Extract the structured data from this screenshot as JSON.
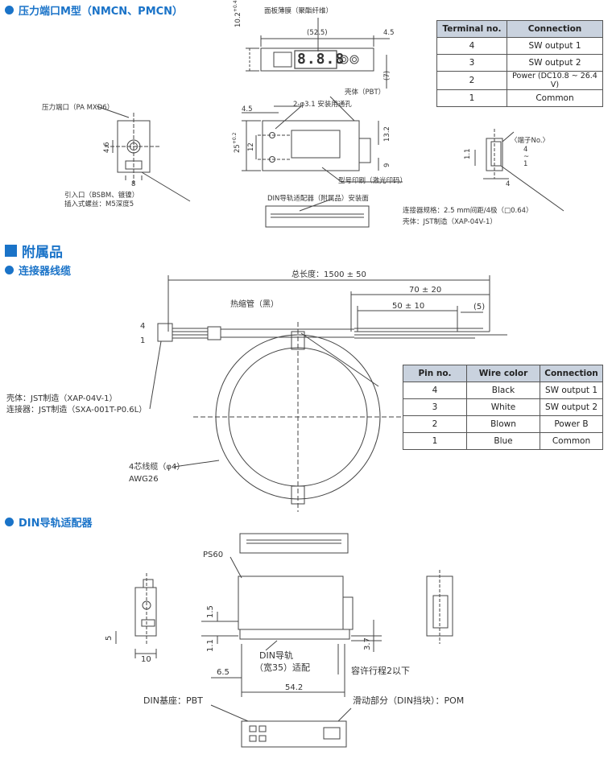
{
  "sections": {
    "pressure_port": "压力端口M型（NMCN、PMCN）",
    "accessories": "附属品",
    "connector_cable": "连接器线缆",
    "din_adapter": "DIN导轨适配器"
  },
  "top_drawing": {
    "panel_film": "面板薄膜（聚酯纤维）",
    "dim_52_5": "(52.5)",
    "dim_4_5_right": "4.5",
    "dim_10_2": "10.2",
    "tol_10_2": "+0.4",
    "dim_7": "(7)",
    "display_digits": "8.8.8",
    "housing": "壳体（PBT）",
    "mount_holes": "2-φ3.1 安装用通孔",
    "dim_4_5_left": "4.5",
    "dim_25": "25",
    "tol_25": "+0.2",
    "dim_12": "12",
    "dim_13_2": "13.2",
    "dim_9": "9",
    "model_print": "型号印刷（激光印码）",
    "din_mount_face": "DIN导轨适配器（附属品）安装面",
    "pressure_port_label": "压力端口（PA MXD6）",
    "dim_4_6": "4.6",
    "dim_8": "8",
    "inlet_line1": "引入口（BSBM、镀镍）",
    "inlet_line2": "插入式螺丝：M5深度5",
    "terminal_no_label": "〈端子No.〉",
    "terminal_numbers": [
      "4",
      "~",
      "1"
    ],
    "dim_1_1": "1.1",
    "dim_4_conn": "4",
    "connector_spec": "连接器规格：2.5 mm间距/4极（□0.64）",
    "connector_housing": "壳体：JST制造（XAP-04V-1）"
  },
  "terminal_table": {
    "headers": [
      "Terminal no.",
      "Connection"
    ],
    "rows": [
      [
        "4",
        "SW output 1"
      ],
      [
        "3",
        "SW output 2"
      ],
      [
        "2",
        "Power (DC10.8 ~ 26.4 V)"
      ],
      [
        "1",
        "Common"
      ]
    ]
  },
  "cable_drawing": {
    "total_length": "总长度：1500 ± 50",
    "dim_70": "70 ± 20",
    "dim_50": "50 ± 10",
    "dim_5": "(5)",
    "heat_shrink": "热缩管（黑）",
    "pin_4": "4",
    "pin_1": "1",
    "housing_line1": "壳体：JST制造（XAP-04V-1）",
    "housing_line2": "连接器：JST制造（SXA-001T-P0.6L）",
    "cable_4core": "4芯线缆（φ4）",
    "awg": "AWG26"
  },
  "pin_table": {
    "headers": [
      "Pin no.",
      "Wire color",
      "Connection"
    ],
    "rows": [
      [
        "4",
        "Black",
        "SW output 1"
      ],
      [
        "3",
        "White",
        "SW output 2"
      ],
      [
        "2",
        "Blown",
        "Power B"
      ],
      [
        "1",
        "Blue",
        "Common"
      ]
    ]
  },
  "din_drawing": {
    "ps60": "PS60",
    "dim_5": "5",
    "dim_10": "10",
    "dim_1_5": "1.5",
    "dim_1_1": "1.1",
    "dim_3_7": "3.7",
    "dim_6_5": "6.5",
    "dim_54_2": "54.2",
    "din_rail_line1": "DIN导轨",
    "din_rail_line2": "（宽35）适配",
    "tolerance_stroke": "容许行程2以下",
    "din_base": "DIN基座：PBT",
    "slide_part": "滑动部分（DIN挡块）：POM"
  },
  "colors": {
    "accent": "#1a73c8",
    "table_header": "#c9d2de",
    "line": "#444444"
  }
}
